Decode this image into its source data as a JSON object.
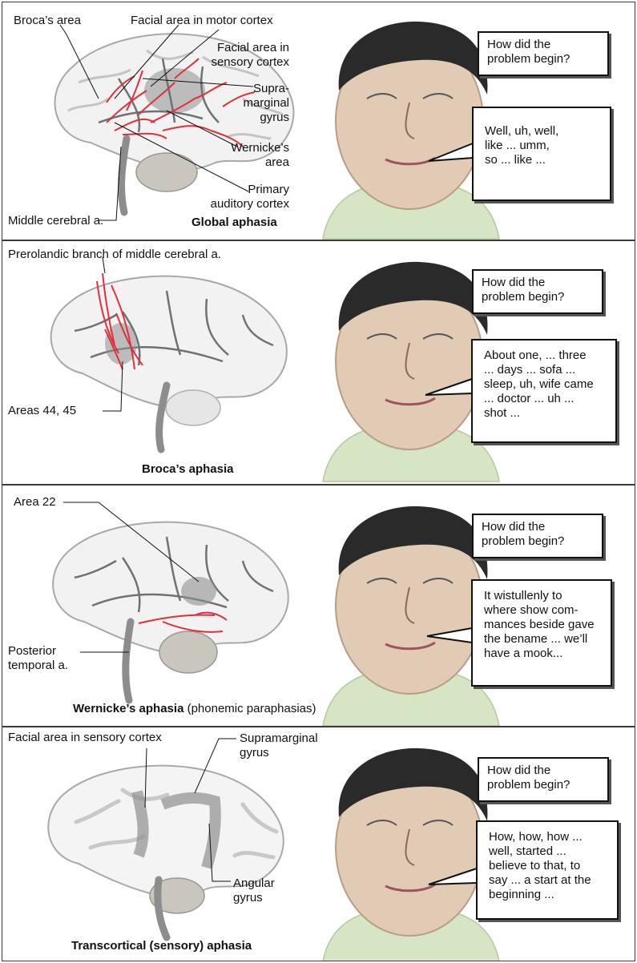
{
  "question": [
    "How did the",
    "problem begin?"
  ],
  "panels": [
    {
      "title": "Global aphasia",
      "labels": {
        "broca": "Broca’s area",
        "facial_motor": "Facial area in motor cortex",
        "facial_sensory": [
          "Facial area in",
          "sensory cortex"
        ],
        "supramarginal": [
          "Supra-",
          "marginal",
          "gyrus"
        ],
        "wernicke": [
          "Wernicke’s",
          "area"
        ],
        "auditory": [
          "Primary",
          "auditory cortex"
        ],
        "mca": "Middle cerebral a."
      },
      "speech": [
        "Well, uh, well,",
        "like ... umm,",
        "so ... like ..."
      ]
    },
    {
      "title": "Broca’s aphasia",
      "labels": {
        "prerolandic": "Prerolandic branch of middle cerebral a.",
        "areas": "Areas 44, 45"
      },
      "speech": [
        "About one, ... three",
        "... days ... sofa ...",
        "sleep, uh, wife came",
        "... doctor ... uh ...",
        "shot ..."
      ]
    },
    {
      "title": "Wernicke’s aphasia",
      "title_note": "(phonemic paraphasias)",
      "labels": {
        "area22": "Area 22",
        "posterior": [
          "Posterior",
          "temporal a."
        ]
      },
      "speech": [
        "It wistullenly to",
        "where show com-",
        "mances beside gave",
        "the bename ... we’ll",
        "have a mook..."
      ]
    },
    {
      "title": "Transcortical (sensory) aphasia",
      "labels": {
        "facial_sensory": "Facial area in sensory cortex",
        "supramarginal": [
          "Supramarginal",
          "gyrus"
        ],
        "angular": [
          "Angular",
          "gyrus"
        ]
      },
      "speech": [
        "How, how, how ...",
        "well, started ...",
        "believe to that, to",
        "say ... a start at the",
        "beginning ..."
      ]
    }
  ]
}
